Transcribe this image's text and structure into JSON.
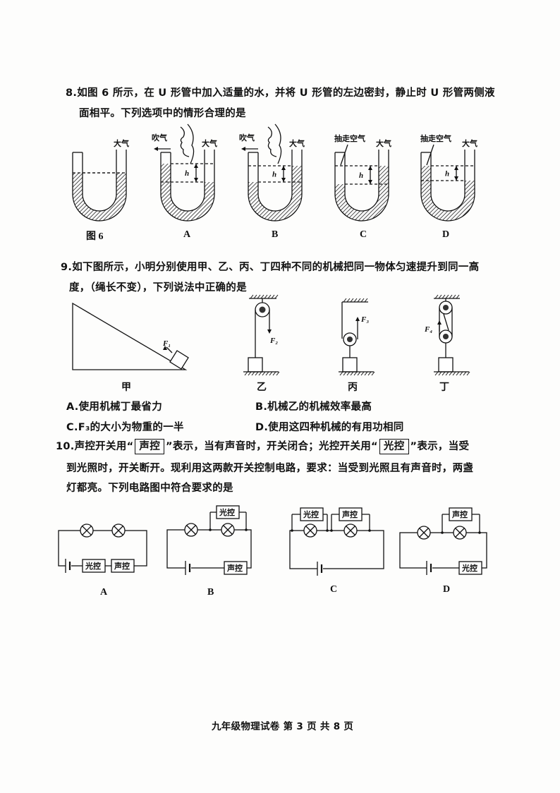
{
  "q8": {
    "line1": "8.如图 6 所示，在 U 形管中加入适量的水，并将 U 形管的左边密封，静止时 U 形管两侧液",
    "line2": "面相平。下列选项中的情形合理的是",
    "atmosphere": "大气",
    "blow": "吹气",
    "suck": "抽走空气",
    "h": "h",
    "fig_labels": [
      "图 6",
      "A",
      "B",
      "C",
      "D"
    ]
  },
  "q9": {
    "line1": "9.如下图所示，小明分别使用甲、乙、丙、丁四种不同的机械把同一物体匀速提升到同一高",
    "line2": "度，（绳长不变），下列说法中正确的是",
    "forces": [
      "F₁",
      "F₂",
      "F₃",
      "F₄"
    ],
    "fig_labels": [
      "甲",
      "乙",
      "丙",
      "丁"
    ],
    "options": [
      "A.使用机械丁最省力",
      "B.机械乙的机械效率最高",
      "C.F₃的大小为物重的一半",
      "D.使用这四种机械的有用功相同"
    ]
  },
  "q10": {
    "line1_a": "10.声控开关用“",
    "sound_switch": "声控",
    "line1_b": "”表示，当有声音时，开关闭合；光控开关用“",
    "light_switch": "光控",
    "line1_c": "”表示，当受",
    "line2": "到光照时，开关断开。现利用这两款开关控制电路，要求：当受到光照且有声音时，两盏",
    "line3": "灯都亮。下列电路图中符合要求的是",
    "fig_labels": [
      "A",
      "B",
      "C",
      "D"
    ]
  },
  "footer": "九年级物理试卷  第 3 页  共 8 页"
}
